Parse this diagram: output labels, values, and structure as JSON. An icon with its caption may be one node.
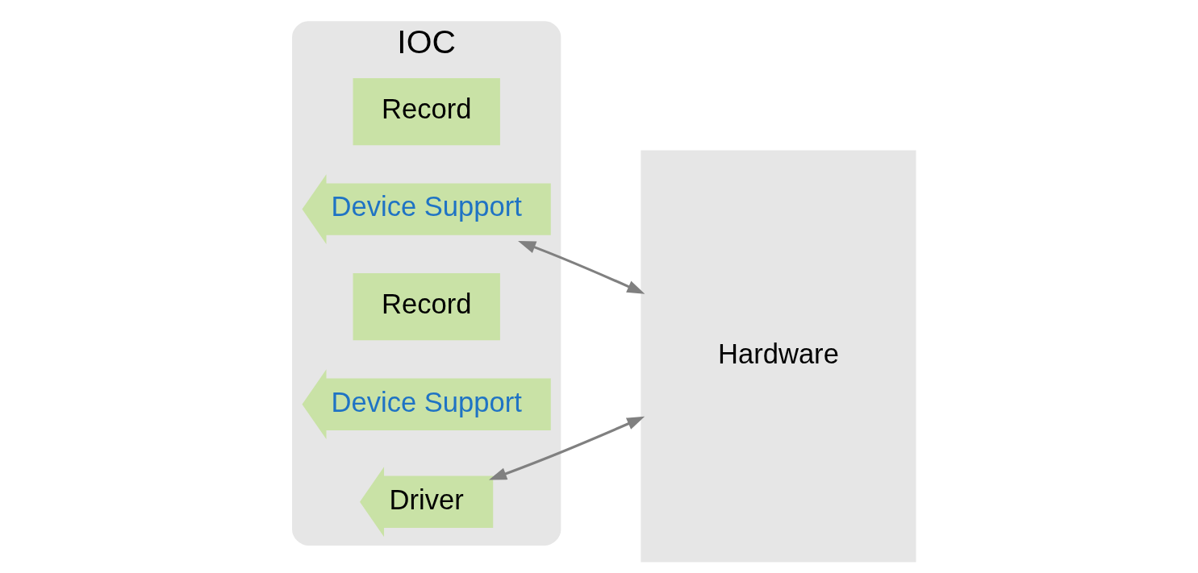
{
  "diagram": {
    "nodes": [
      {
        "text": [
          "IOC"
        ]
      },
      {
        "text": [
          "Record"
        ],
        "in": 0
      },
      {
        "text": [
          "Device Support"
        ],
        "in": 0
      },
      {
        "text": [
          "Record"
        ],
        "in": 0
      },
      {
        "text": [
          "Device Support"
        ],
        "in": 0
      },
      {
        "text": [
          "Driver"
        ],
        "in": 0
      },
      {
        "text": [
          "Hardware"
        ]
      }
    ],
    "edges": [
      {
        "from": 2,
        "to": 6,
        "arrow": "both"
      },
      {
        "from": 5,
        "to": 6,
        "arrow": "both"
      }
    ]
  }
}
